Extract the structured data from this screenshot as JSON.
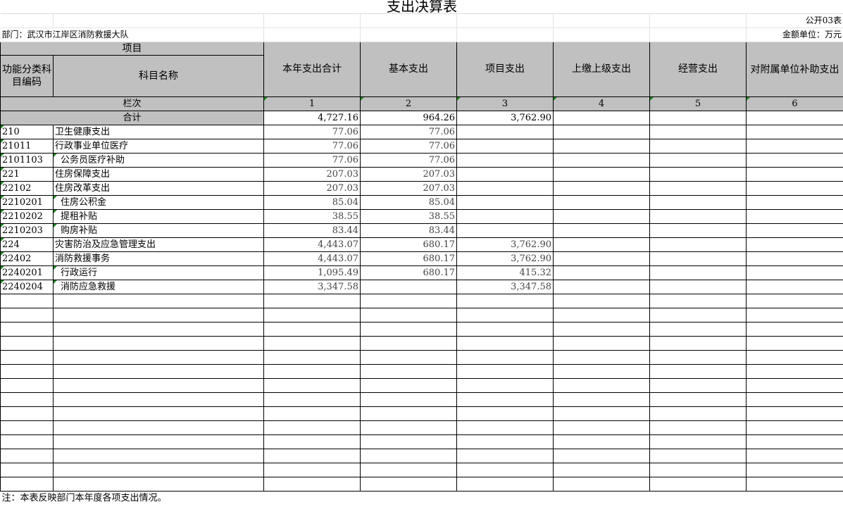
{
  "title": "支出决算表",
  "table_no": "公开03表",
  "department": "部门：武汉市江岸区消防救援大队",
  "unit": "金额单位：万元",
  "headers": {
    "project": "项目",
    "func_code": "功能分类科目编码",
    "subject_name": "科目名称",
    "total": "本年支出合计",
    "basic": "基本支出",
    "project_exp": "项目支出",
    "upper": "上缴上级支出",
    "business": "经营支出",
    "subsidy": "对附属单位补助支出"
  },
  "column_row": {
    "label": "栏次",
    "nums": [
      "1",
      "2",
      "3",
      "4",
      "5",
      "6"
    ]
  },
  "total_row": {
    "label": "合计",
    "total": "4,727.16",
    "basic": "964.26",
    "project": "3,762.90"
  },
  "rows": [
    {
      "code": "210",
      "name": "卫生健康支出",
      "total": "77.06",
      "basic": "77.06",
      "project": ""
    },
    {
      "code": "21011",
      "name": "行政事业单位医疗",
      "total": "77.06",
      "basic": "77.06",
      "project": ""
    },
    {
      "code": "2101103",
      "name": "公务员医疗补助",
      "total": "77.06",
      "basic": "77.06",
      "project": ""
    },
    {
      "code": "221",
      "name": "住房保障支出",
      "total": "207.03",
      "basic": "207.03",
      "project": ""
    },
    {
      "code": "22102",
      "name": "住房改革支出",
      "total": "207.03",
      "basic": "207.03",
      "project": ""
    },
    {
      "code": "2210201",
      "name": "住房公积金",
      "total": "85.04",
      "basic": "85.04",
      "project": ""
    },
    {
      "code": "2210202",
      "name": "提租补贴",
      "total": "38.55",
      "basic": "38.55",
      "project": ""
    },
    {
      "code": "2210203",
      "name": "购房补贴",
      "total": "83.44",
      "basic": "83.44",
      "project": ""
    },
    {
      "code": "224",
      "name": "灾害防治及应急管理支出",
      "total": "4,443.07",
      "basic": "680.17",
      "project": "3,762.90"
    },
    {
      "code": "22402",
      "name": "消防救援事务",
      "total": "4,443.07",
      "basic": "680.17",
      "project": "3,762.90"
    },
    {
      "code": "2240201",
      "name": "行政运行",
      "total": "1,095.49",
      "basic": "680.17",
      "project": "415.32"
    },
    {
      "code": "2240204",
      "name": "消防应急救援",
      "total": "3,347.58",
      "basic": "",
      "project": "3,347.58"
    }
  ],
  "note": "注：本表反映部门本年度各项支出情况。"
}
